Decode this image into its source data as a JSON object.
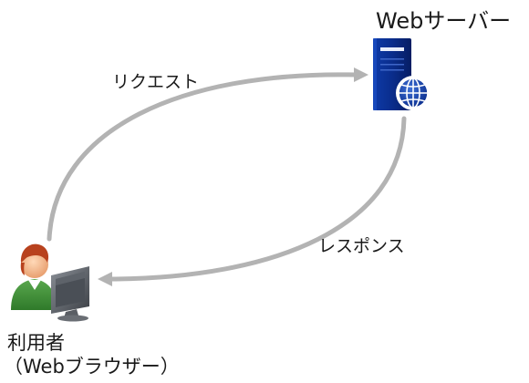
{
  "server": {
    "title": "Webサーバー",
    "icon": "web-server-icon",
    "color": "#0a2d8c"
  },
  "user": {
    "label": "利用者",
    "sublabel": "（Webブラウザー）",
    "icon": "user-at-computer-icon"
  },
  "arrows": {
    "request_label": "リクエスト",
    "response_label": "レスポンス",
    "color": "#b3b3b3"
  }
}
